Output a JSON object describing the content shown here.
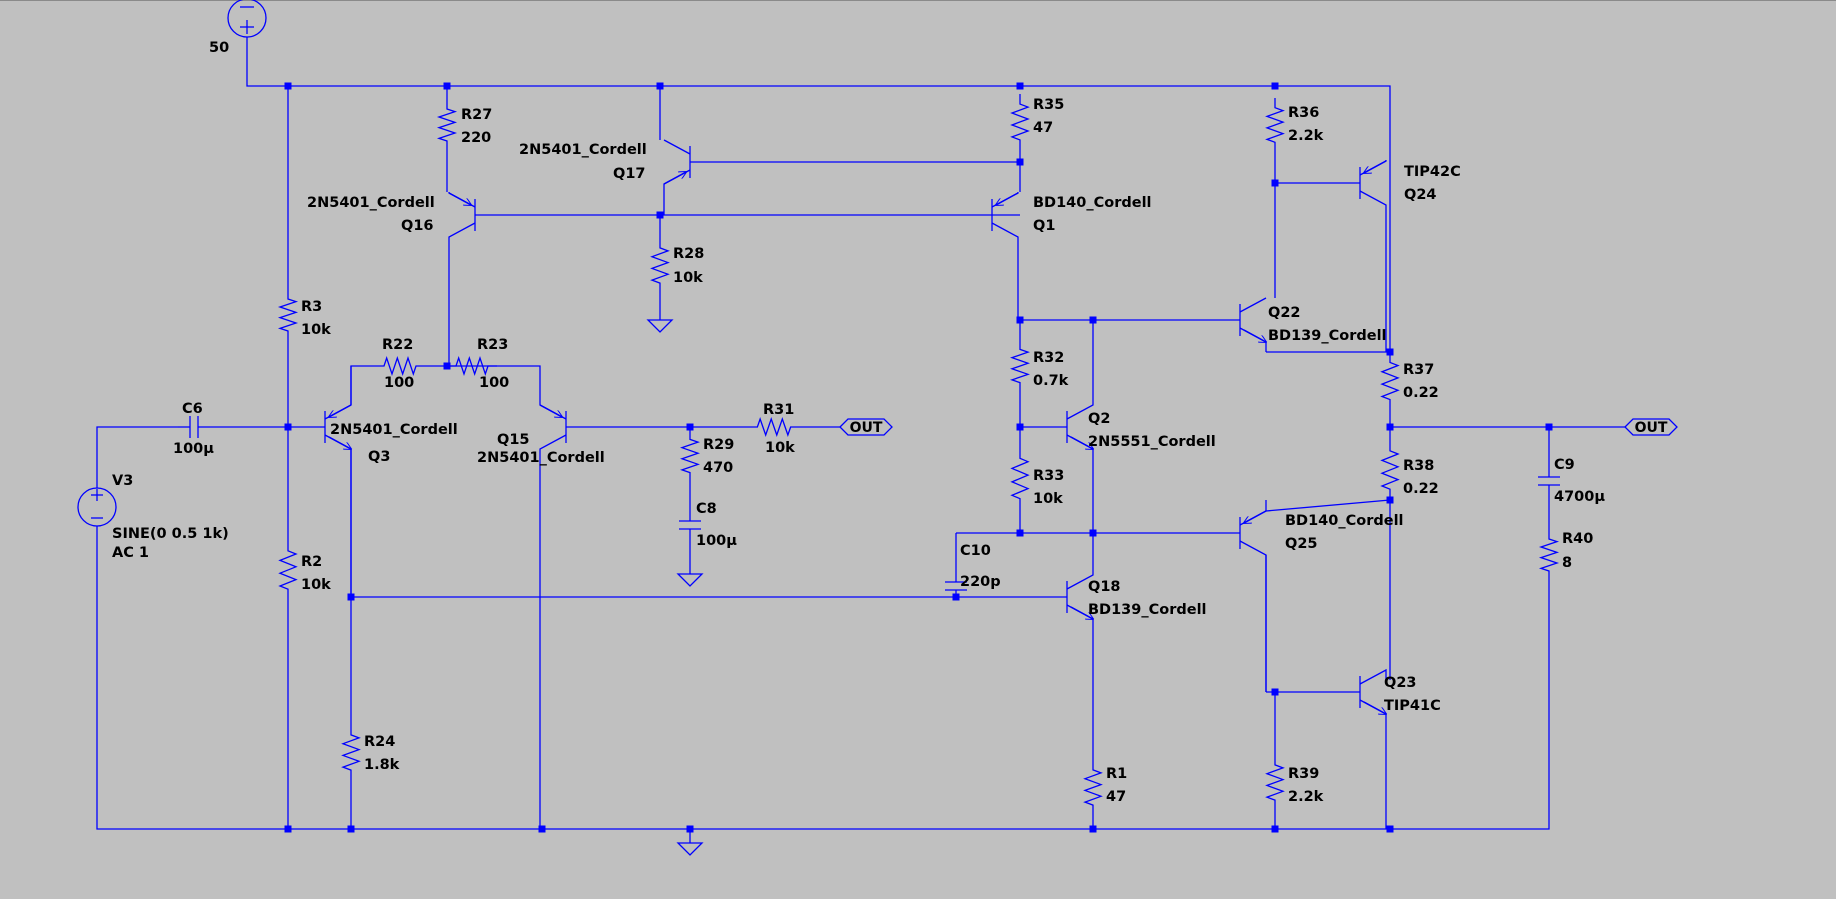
{
  "source_value": "50",
  "net_labels": {
    "out_1": "OUT",
    "out_2": "OUT"
  },
  "components": {
    "V3": {
      "ref": "V3",
      "value": "SINE(0 0.5 1k)",
      "ac": "AC 1"
    },
    "C6": {
      "ref": "C6",
      "value": "100µ"
    },
    "R3": {
      "ref": "R3",
      "value": "10k"
    },
    "R2": {
      "ref": "R2",
      "value": "10k"
    },
    "R27": {
      "ref": "R27",
      "value": "220"
    },
    "R22": {
      "ref": "R22",
      "value": "100"
    },
    "R23": {
      "ref": "R23",
      "value": "100"
    },
    "R24": {
      "ref": "R24",
      "value": "1.8k"
    },
    "R28": {
      "ref": "R28",
      "value": "10k"
    },
    "R29": {
      "ref": "R29",
      "value": "470"
    },
    "R31": {
      "ref": "R31",
      "value": "10k"
    },
    "C8": {
      "ref": "C8",
      "value": "100µ"
    },
    "R35": {
      "ref": "R35",
      "value": "47"
    },
    "R32": {
      "ref": "R32",
      "value": "0.7k"
    },
    "R33": {
      "ref": "R33",
      "value": "10k"
    },
    "C10": {
      "ref": "C10",
      "value": "220p"
    },
    "R1": {
      "ref": "R1",
      "value": "47"
    },
    "R36": {
      "ref": "R36",
      "value": "2.2k"
    },
    "R37": {
      "ref": "R37",
      "value": "0.22"
    },
    "R38": {
      "ref": "R38",
      "value": "0.22"
    },
    "R39": {
      "ref": "R39",
      "value": "2.2k"
    },
    "C9": {
      "ref": "C9",
      "value": "4700µ"
    },
    "R40": {
      "ref": "R40",
      "value": "8"
    },
    "Q16": {
      "ref": "Q16",
      "model": "2N5401_Cordell"
    },
    "Q17": {
      "ref": "Q17",
      "model": "2N5401_Cordell"
    },
    "Q3": {
      "ref": "Q3",
      "model": "2N5401_Cordell"
    },
    "Q15": {
      "ref": "Q15",
      "model": "2N5401_Cordell"
    },
    "Q1": {
      "ref": "Q1",
      "model": "BD140_Cordell"
    },
    "Q2": {
      "ref": "Q2",
      "model": "2N5551_Cordell"
    },
    "Q18": {
      "ref": "Q18",
      "model": "BD139_Cordell"
    },
    "Q22": {
      "ref": "Q22",
      "model": "BD139_Cordell"
    },
    "Q24": {
      "ref": "Q24",
      "model": "TIP42C"
    },
    "Q25": {
      "ref": "Q25",
      "model": "BD140_Cordell"
    },
    "Q23": {
      "ref": "Q23",
      "model": "TIP41C"
    }
  }
}
